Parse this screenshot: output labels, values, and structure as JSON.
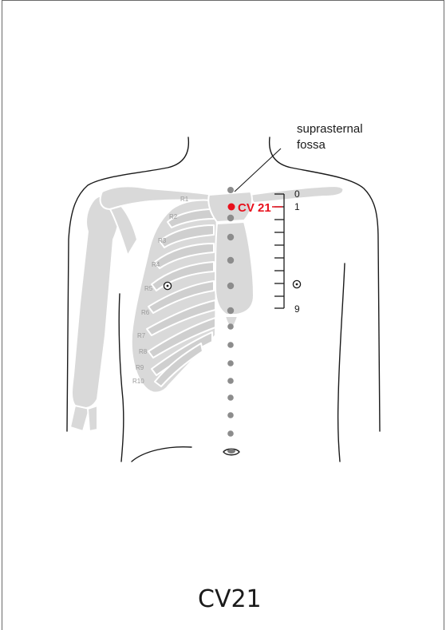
{
  "annotation": {
    "line1": "suprasternal",
    "line2": "fossa"
  },
  "point_label": "CV 21",
  "caption": "CV21",
  "scale": {
    "top": "0",
    "one": "1",
    "bottom": "9"
  },
  "rib_labels": [
    "R1",
    "R2",
    "R3",
    "R4",
    "R5",
    "R6",
    "R7",
    "R8",
    "R9",
    "R10"
  ],
  "colors": {
    "highlight": "#e8101c",
    "bone": "#d9d9d9",
    "meridian_dot": "#8c8c8c",
    "outline": "#1a1a1a"
  },
  "icons": [
    "nipple-marker-icon",
    "navel-icon",
    "acupoint-icon"
  ]
}
